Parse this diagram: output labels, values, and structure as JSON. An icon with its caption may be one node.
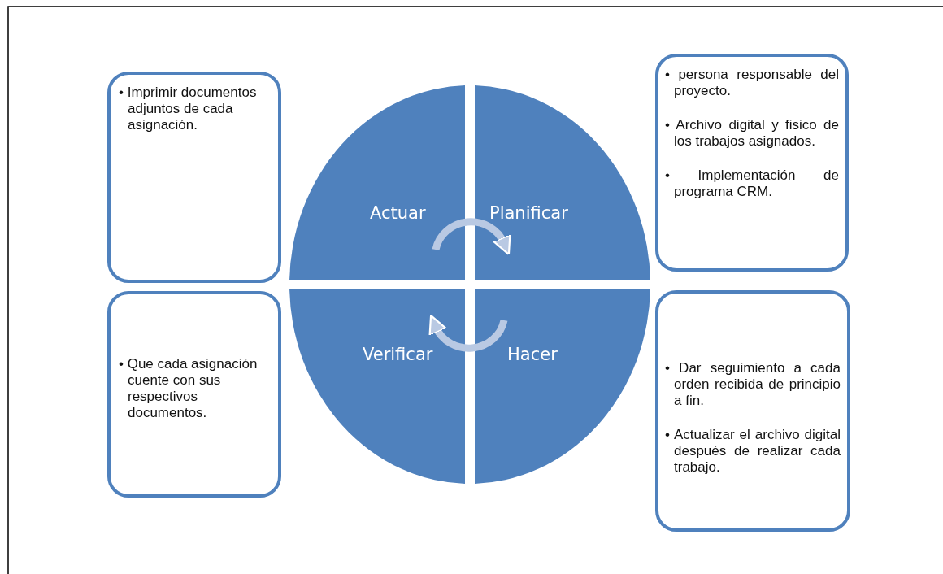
{
  "diagram": {
    "nodes": [
      {
        "text": [
          "• Imprimir documentos adjuntos de cada asignación."
        ]
      },
      {
        "text": [
          "Actuar"
        ]
      },
      {
        "text": [
          "Planificar"
        ]
      },
      {
        "text": [
          "• persona responsable del proyecto.",
          "• Archivo digital y fisico de los trabajos asignados.",
          "• Implementación de programa CRM."
        ]
      },
      {
        "text": [
          "• Que cada asignación cuente con sus respectivos documentos."
        ]
      },
      {
        "text": [
          "Verificar"
        ]
      },
      {
        "text": [
          "Hacer"
        ]
      },
      {
        "text": [
          "• Dar seguimiento a cada orden recibida de principio a fin.",
          "• Actualizar el archivo digital después de realizar cada trabajo."
        ]
      }
    ],
    "edges": [
      {
        "from": 1,
        "to": 2,
        "arrow": "to"
      },
      {
        "from": 6,
        "to": 5,
        "arrow": "to"
      }
    ]
  }
}
